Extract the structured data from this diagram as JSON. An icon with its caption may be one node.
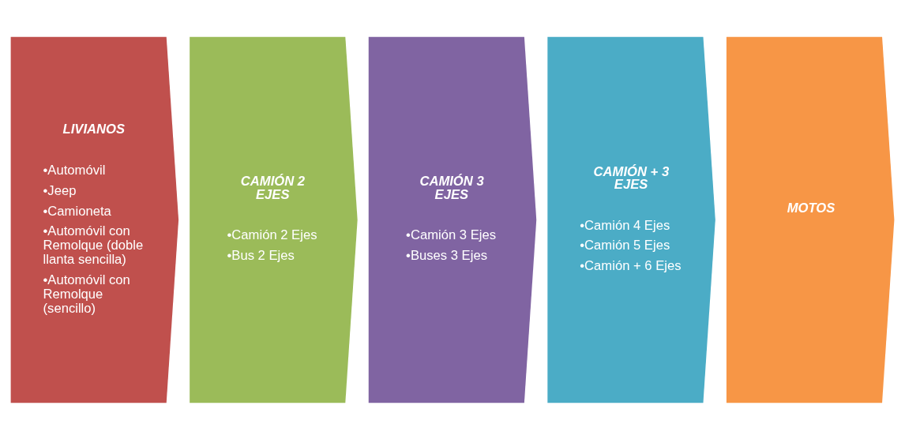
{
  "diagram": {
    "nodes": [
      {
        "text": [
          "LIVIANOS",
          "•Automóvil",
          "•Jeep",
          "•Camioneta",
          "•Automóvil con Remolque (doble llanta sencilla)",
          "•Automóvil con Remolque (sencillo)"
        ]
      },
      {
        "text": [
          "CAMIÓN 2 EJES",
          "•Camión 2 Ejes",
          "•Bus 2 Ejes"
        ]
      },
      {
        "text": [
          "CAMIÓN 3 EJES",
          "•Camión 3 Ejes",
          "•Buses 3 Ejes"
        ]
      },
      {
        "text": [
          "CAMIÓN + 3 EJES",
          "•Camión 4 Ejes",
          "•Camión 5 Ejes",
          "•Camión + 6 Ejes"
        ]
      },
      {
        "text": [
          "MOTOS"
        ]
      }
    ]
  }
}
